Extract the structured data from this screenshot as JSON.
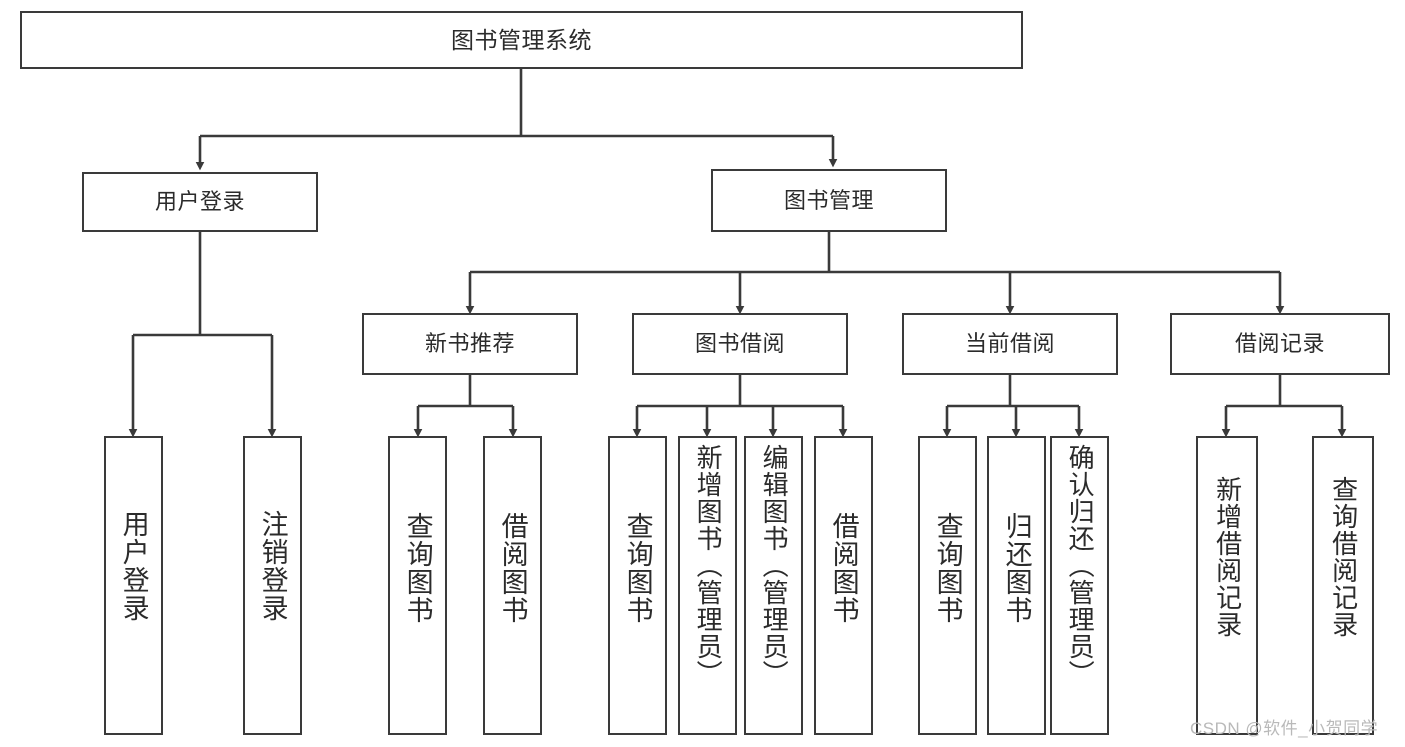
{
  "diagram": {
    "title": "图书管理系统",
    "type": "hierarchy-tree",
    "levels": 4,
    "root": {
      "id": "root",
      "label": "图书管理系统"
    },
    "level2": [
      {
        "id": "user-login",
        "label": "用户登录"
      },
      {
        "id": "book-management",
        "label": "图书管理"
      }
    ],
    "level3": [
      {
        "id": "new-book-recommend",
        "label": "新书推荐",
        "parent": "book-management"
      },
      {
        "id": "book-borrow",
        "label": "图书借阅",
        "parent": "book-management"
      },
      {
        "id": "current-borrow",
        "label": "当前借阅",
        "parent": "book-management"
      },
      {
        "id": "borrow-record",
        "label": "借阅记录",
        "parent": "book-management"
      }
    ],
    "leaves": [
      {
        "id": "leaf-user-login",
        "label": "用户登录",
        "parent": "user-login"
      },
      {
        "id": "leaf-logout-login",
        "label": "注销登录",
        "parent": "user-login"
      },
      {
        "id": "leaf-query-book-1",
        "label": "查询图书",
        "parent": "new-book-recommend"
      },
      {
        "id": "leaf-borrow-book-1",
        "label": "借阅图书",
        "parent": "new-book-recommend"
      },
      {
        "id": "leaf-query-book-2",
        "label": "查询图书",
        "parent": "book-borrow"
      },
      {
        "id": "leaf-add-book",
        "label": "新增图书（管理员）",
        "parent": "book-borrow"
      },
      {
        "id": "leaf-edit-book",
        "label": "编辑图书（管理员）",
        "parent": "book-borrow"
      },
      {
        "id": "leaf-borrow-book-2",
        "label": "借阅图书",
        "parent": "book-borrow"
      },
      {
        "id": "leaf-query-book-3",
        "label": "查询图书",
        "parent": "current-borrow"
      },
      {
        "id": "leaf-return-book",
        "label": "归还图书",
        "parent": "current-borrow"
      },
      {
        "id": "leaf-confirm-return",
        "label": "确认归还（管理员）",
        "parent": "current-borrow"
      },
      {
        "id": "leaf-add-record",
        "label": "新增借阅记录",
        "parent": "borrow-record"
      },
      {
        "id": "leaf-query-record",
        "label": "查询借阅记录",
        "parent": "borrow-record"
      }
    ],
    "watermark": "CSDN @软件_小贺同学",
    "colors": {
      "stroke": "#3a3a3a",
      "fill": "#ffffff",
      "text": "#2b2b2b",
      "watermark": "#b9b9b9"
    }
  }
}
